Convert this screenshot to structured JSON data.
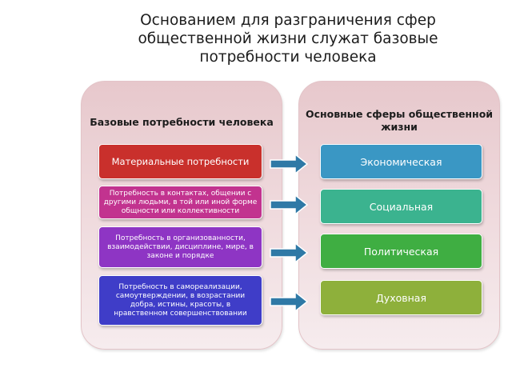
{
  "slide": {
    "title": "Основанием для разграничения сфер общественной жизни служат базовые потребности человека"
  },
  "left_panel": {
    "heading": "Базовые потребности человека",
    "items": [
      {
        "label": "Материальные потребности",
        "color": "#c9302c"
      },
      {
        "label": "Потребность в контактах, общении с другими людьми, в той или иной форме общности или коллективности",
        "color": "#c2338f"
      },
      {
        "label": "Потребность в организованности, взаимодействии, дисциплине, мире, в законе и порядке",
        "color": "#8e35c4"
      },
      {
        "label": "Потребность в самореализации, самоутверждении, в возрастании добра, истины, красоты, в нравственном совершенствовании",
        "color": "#3f3dc8"
      }
    ]
  },
  "right_panel": {
    "heading": "Основные сферы общественной жизни",
    "items": [
      {
        "label": "Экономическая",
        "color": "#3a97c4"
      },
      {
        "label": "Социальная",
        "color": "#3bb38f"
      },
      {
        "label": "Политическая",
        "color": "#3fae42"
      },
      {
        "label": "Духовная",
        "color": "#8eb03b"
      }
    ]
  },
  "arrow_color": "#2f79a6"
}
